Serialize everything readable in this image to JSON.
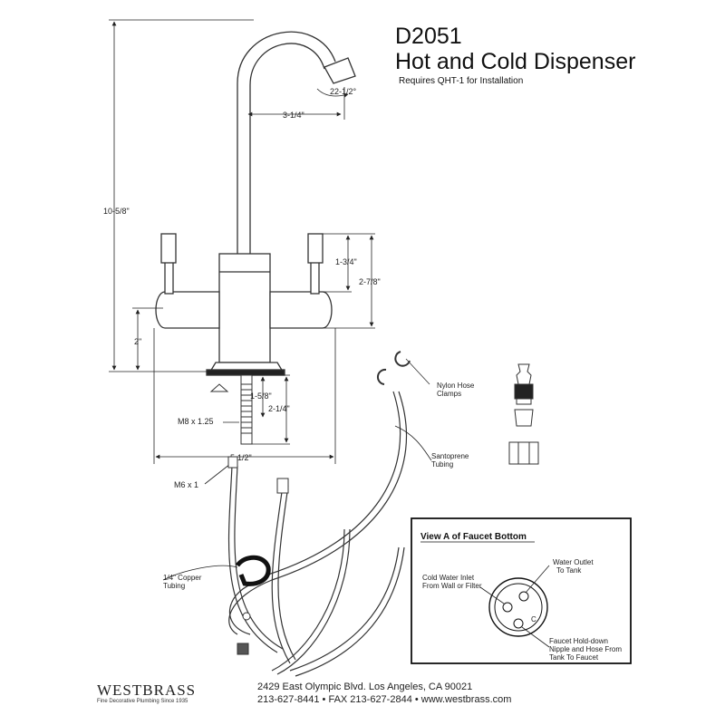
{
  "title": {
    "model": "D2051",
    "name": "Hot and Cold Dispenser",
    "requirement": "Requires QHT-1 for Installation"
  },
  "dimensions": {
    "angle": "22-1/2°",
    "reach": "3-1/4\"",
    "height": "10-5/8\"",
    "handle_height": "1-3/4\"",
    "handle_total": "2-7/8\"",
    "base_height": "2\"",
    "shank": "1-5/8\"",
    "shank_total": "2-1/4\"",
    "thread_main": "M8 x 1.25",
    "width": "5-1/2\"",
    "thread_small": "M6 x 1"
  },
  "parts": {
    "clamps": [
      "Nylon Hose",
      "Clamps"
    ],
    "tubing": [
      "Santoprene",
      "Tubing"
    ],
    "copper": [
      "1/4\" Copper",
      "Tubing"
    ]
  },
  "view_a": {
    "title": "View A of Faucet Bottom",
    "outlet": [
      "Water Outlet",
      "To Tank"
    ],
    "inlet": [
      "Cold Water Inlet",
      "From Wall or Filter"
    ],
    "holddown": [
      "Faucet Hold-down",
      "Nipple and Hose From",
      "Tank To Faucet"
    ],
    "mark_c": "C"
  },
  "footer": {
    "brand": "WESTBRASS",
    "tagline": "Fine Decorative Plumbing Since 1935",
    "address": "2429 East Olympic Blvd. Los Angeles, CA  90021",
    "phone": "213-627-8441 • FAX 213-627-2844 • www.westbrass.com"
  }
}
